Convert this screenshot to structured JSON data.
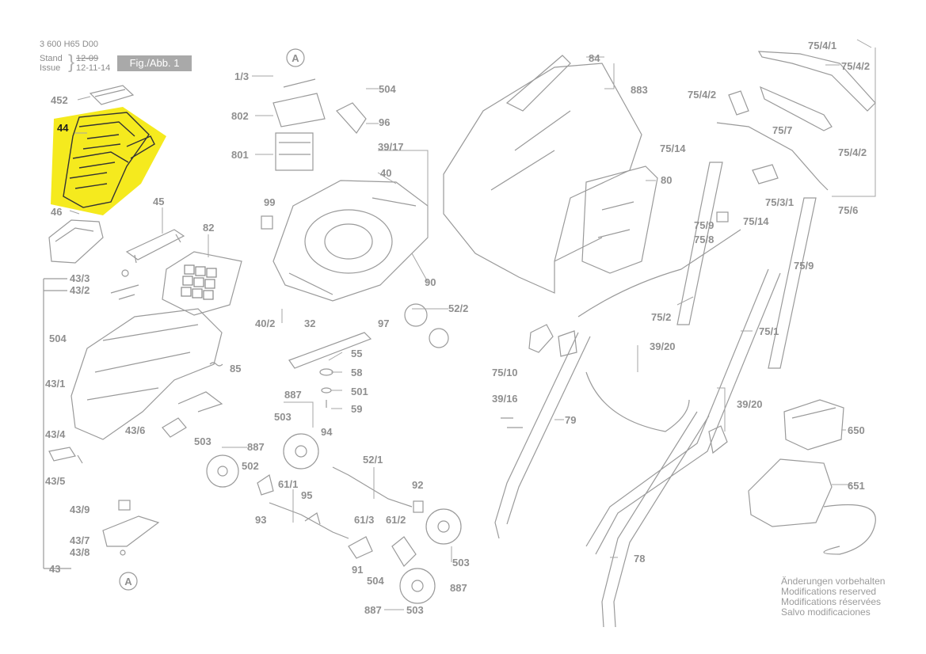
{
  "header": {
    "doc_number": "3 600 H65 D00",
    "stand_label": "Stand",
    "issue_label": "Issue",
    "old_date": "12-09",
    "new_date": "12-11-14",
    "figure_tag": "Fig./Abb. 1"
  },
  "highlight_color": "#f5ea1e",
  "highlighted_part": "44",
  "callouts": {
    "a_top": "A",
    "a_bottom": "A",
    "p452": "452",
    "p44": "44",
    "p46": "46",
    "p45": "45",
    "p82": "82",
    "p1_3": "1/3",
    "p504a": "504",
    "p96": "96",
    "p802": "802",
    "p801": "801",
    "p39_17": "39/17",
    "p40": "40",
    "p99": "99",
    "p90": "90",
    "p40_2": "40/2",
    "p32": "32",
    "p97": "97",
    "p52_2": "52/2",
    "p55": "55",
    "p58": "58",
    "p501": "501",
    "p59": "59",
    "p887a": "887",
    "p503a": "503",
    "p94": "94",
    "p503b": "503",
    "p887b": "887",
    "p502": "502",
    "p52_1": "52/1",
    "p61_1": "61/1",
    "p95": "95",
    "p93": "93",
    "p92": "92",
    "p61_3": "61/3",
    "p61_2": "61/2",
    "p91": "91",
    "p504b": "504",
    "p503c": "503",
    "p887c": "887",
    "p887d": "887",
    "p503d": "503",
    "p43_3": "43/3",
    "p43_2": "43/2",
    "p504c": "504",
    "p43_1": "43/1",
    "p43_4": "43/4",
    "p43_5": "43/5",
    "p43_6": "43/6",
    "p85": "85",
    "p43_9": "43/9",
    "p43_7": "43/7",
    "p43_8": "43/8",
    "p43": "43",
    "p84": "84",
    "p883": "883",
    "p80": "80",
    "p75_4_1": "75/4/1",
    "p75_4_2a": "75/4/2",
    "p75_4_2b": "75/4/2",
    "p75_4_2c": "75/4/2",
    "p75_7": "75/7",
    "p75_14a": "75/14",
    "p75_3_1": "75/3/1",
    "p75_14b": "75/14",
    "p75_6": "75/6",
    "p75_9a": "75/9",
    "p75_8": "75/8",
    "p75_9b": "75/9",
    "p75_2": "75/2",
    "p75_1": "75/1",
    "p39_20a": "39/20",
    "p75_10": "75/10",
    "p39_16": "39/16",
    "p79": "79",
    "p39_20b": "39/20",
    "p78": "78",
    "p650": "650",
    "p651": "651"
  },
  "footer_note": {
    "de": "Änderungen vorbehalten",
    "en": "Modifications reserved",
    "fr": "Modifications réservées",
    "es": "Salvo modificaciones"
  }
}
